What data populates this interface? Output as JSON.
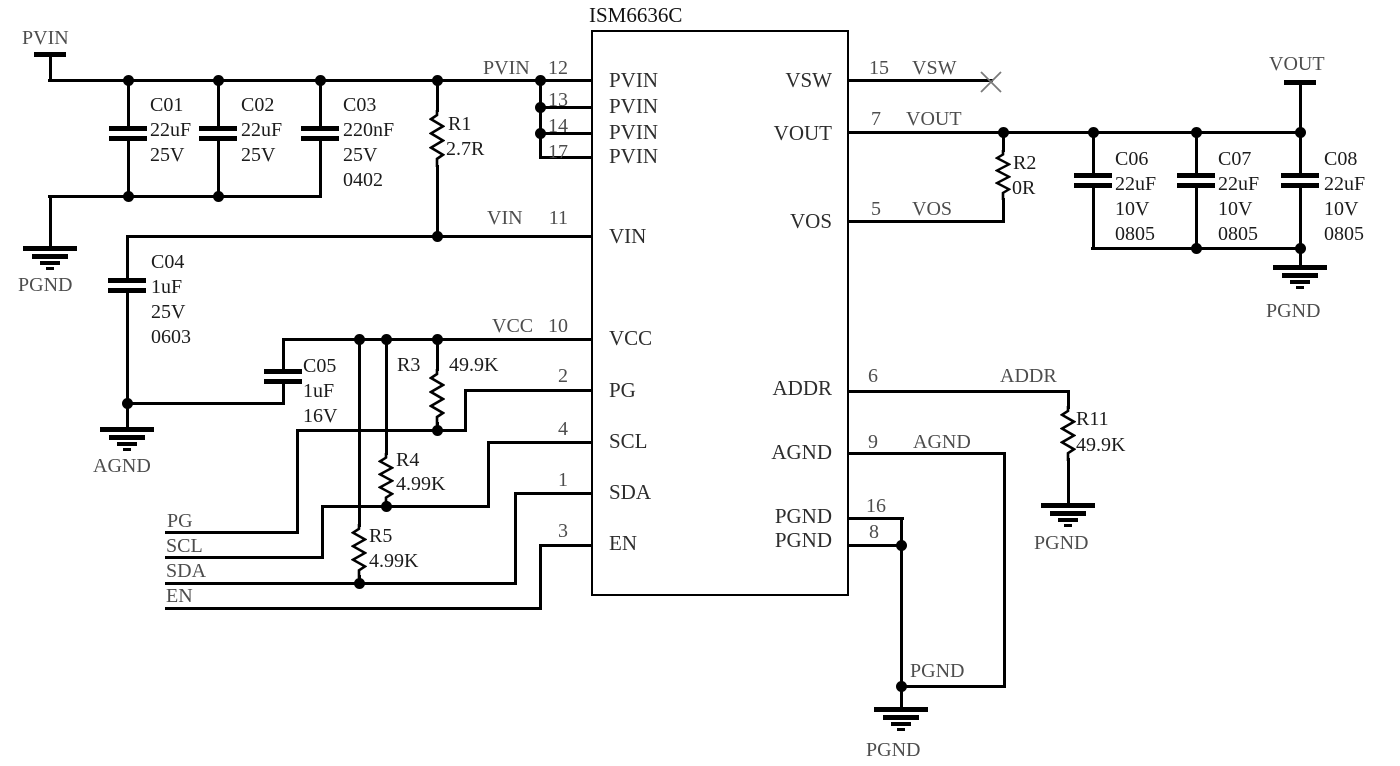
{
  "title": "ISM6636C",
  "ic": {
    "left_pins": [
      {
        "num": "12",
        "name": "PVIN"
      },
      {
        "num": "13",
        "name": "PVIN"
      },
      {
        "num": "14",
        "name": "PVIN"
      },
      {
        "num": "17",
        "name": "PVIN"
      },
      {
        "num": "11",
        "name": "VIN"
      },
      {
        "num": "10",
        "name": "VCC"
      },
      {
        "num": "2",
        "name": "PG"
      },
      {
        "num": "4",
        "name": "SCL"
      },
      {
        "num": "1",
        "name": "SDA"
      },
      {
        "num": "3",
        "name": "EN"
      }
    ],
    "right_pins": [
      {
        "num": "15",
        "name": "VSW"
      },
      {
        "num": "7",
        "name": "VOUT"
      },
      {
        "num": "5",
        "name": "VOS"
      },
      {
        "num": "6",
        "name": "ADDR"
      },
      {
        "num": "9",
        "name": "AGND"
      },
      {
        "num": "16",
        "name": "PGND"
      },
      {
        "num": "8",
        "name": "PGND"
      }
    ]
  },
  "flags": {
    "pvin": "PVIN",
    "vout": "VOUT"
  },
  "grounds": {
    "pgnd": "PGND",
    "agnd": "AGND"
  },
  "net_labels": {
    "pvin": "PVIN",
    "vin": "VIN",
    "vcc": "VCC",
    "pg": "PG",
    "scl": "SCL",
    "sda": "SDA",
    "en": "EN",
    "vsw": "VSW",
    "vout": "VOUT",
    "vos": "VOS",
    "addr": "ADDR",
    "agnd": "AGND",
    "pgnd": "PGND"
  },
  "components": {
    "c01": {
      "ref": "C01",
      "value": "22uF",
      "voltage": "25V"
    },
    "c02": {
      "ref": "C02",
      "value": "22uF",
      "voltage": "25V"
    },
    "c03": {
      "ref": "C03",
      "value": "220nF",
      "voltage": "25V",
      "size": "0402"
    },
    "c04": {
      "ref": "C04",
      "value": "1uF",
      "voltage": "25V",
      "size": "0603"
    },
    "c05": {
      "ref": "C05",
      "value": "1uF",
      "voltage": "16V"
    },
    "c06": {
      "ref": "C06",
      "value": "22uF",
      "voltage": "10V",
      "size": "0805"
    },
    "c07": {
      "ref": "C07",
      "value": "22uF",
      "voltage": "10V",
      "size": "0805"
    },
    "c08": {
      "ref": "C08",
      "value": "22uF",
      "voltage": "10V",
      "size": "0805"
    },
    "r1": {
      "ref": "R1",
      "value": "2.7R"
    },
    "r2": {
      "ref": "R2",
      "value": "0R"
    },
    "r3": {
      "ref": "R3",
      "value": "49.9K"
    },
    "r4": {
      "ref": "R4",
      "value": "4.99K"
    },
    "r5": {
      "ref": "R5",
      "value": "4.99K"
    },
    "r11": {
      "ref": "R11",
      "value": "49.9K"
    }
  }
}
